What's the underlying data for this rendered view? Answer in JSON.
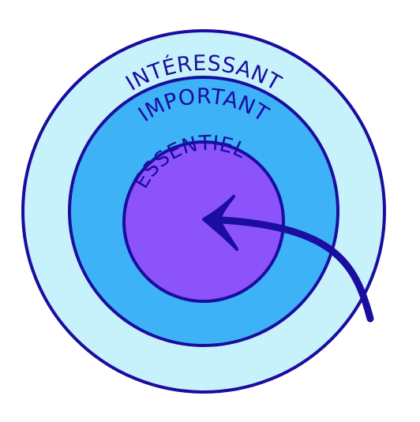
{
  "rings": {
    "outer": {
      "label": "INTÉRESSANT",
      "fill": "#c8f2fb"
    },
    "middle": {
      "label": "IMPORTANT",
      "fill": "#3eb2f6"
    },
    "inner": {
      "label": "ESSENTIEL",
      "fill": "#8c53fb"
    }
  },
  "colors": {
    "stroke": "#1a0da0",
    "text": "#1a0da0",
    "arrow": "#1a0da0"
  },
  "icons": {
    "arrow": "curved-arrow-icon"
  }
}
